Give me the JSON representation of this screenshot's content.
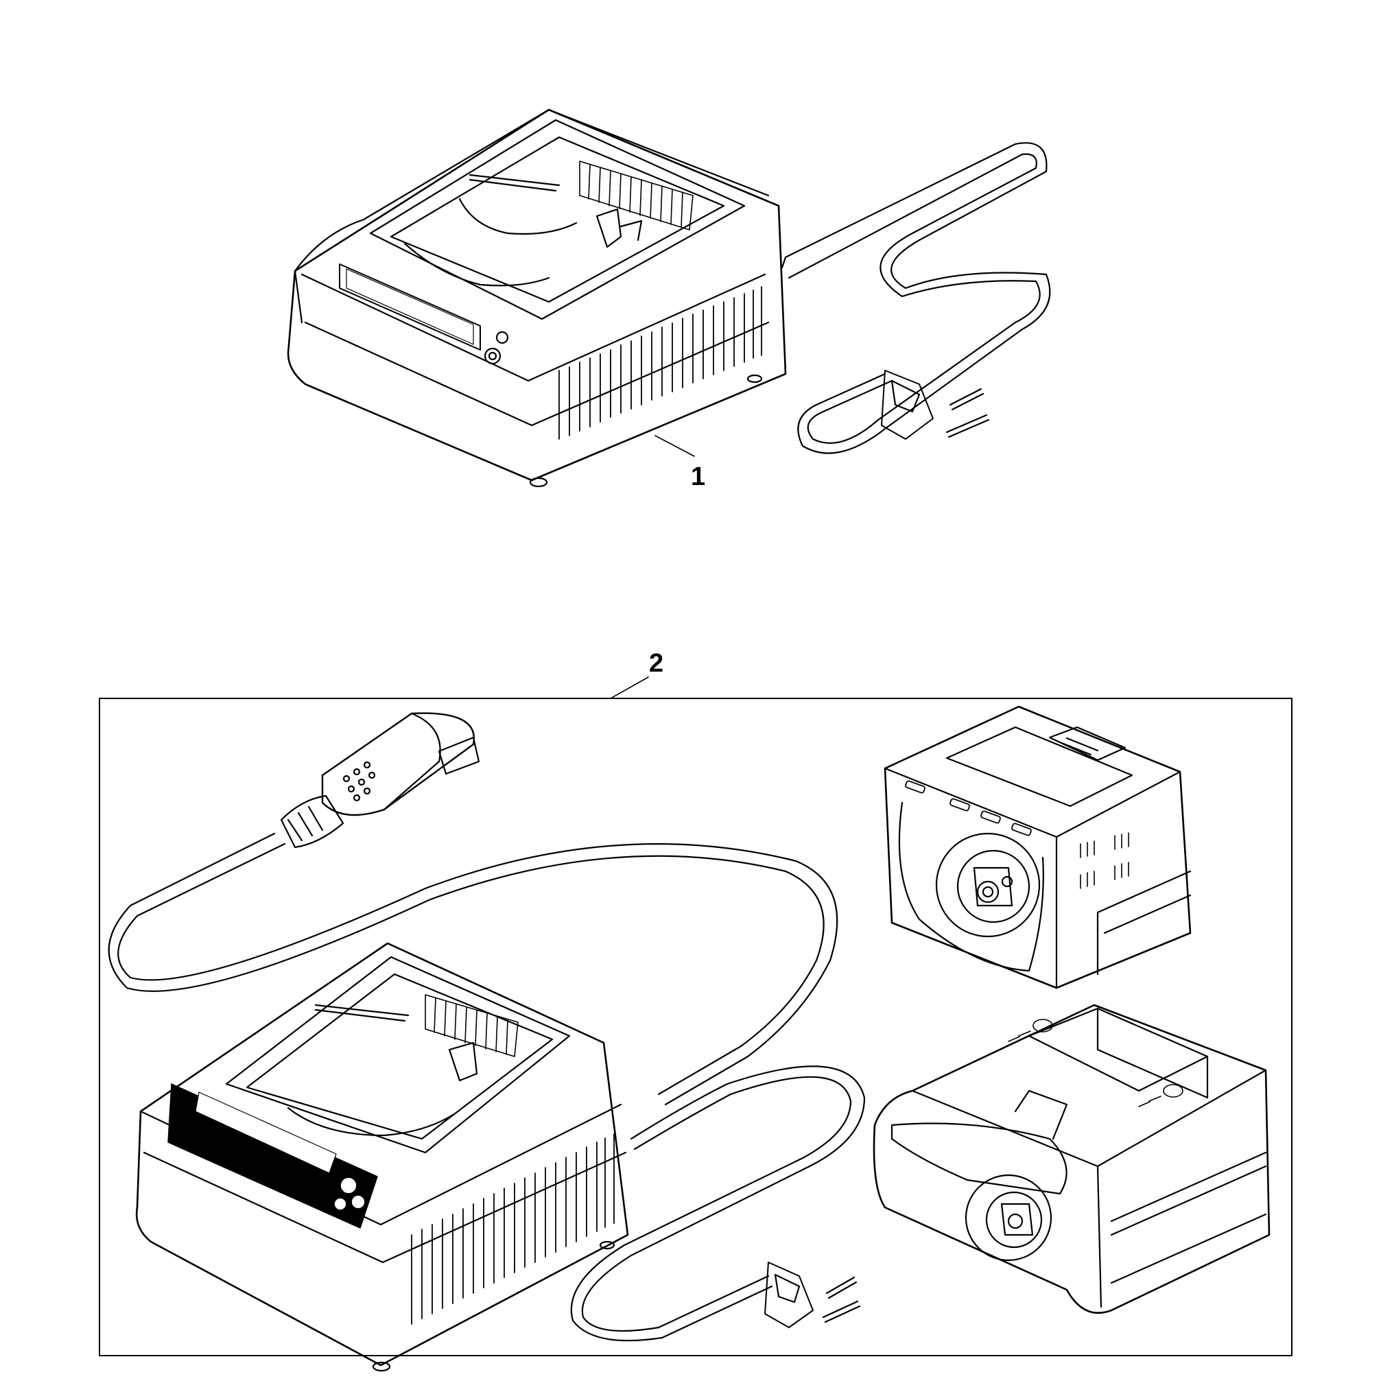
{
  "diagram": {
    "callouts": [
      {
        "id": "1",
        "label": "1"
      },
      {
        "id": "2",
        "label": "2"
      }
    ],
    "parts": [
      {
        "callout": "1",
        "name": "charger",
        "icon": "charger-with-power-cord-icon"
      },
      {
        "callout": "2",
        "name": "kit",
        "icon": "charger-kit-icon",
        "contents": [
          "charger-icon",
          "adapter-cable-icon",
          "battery-adapter-icon",
          "battery-pack-icon"
        ]
      }
    ],
    "line_color": "#000000",
    "background": "#ffffff"
  }
}
